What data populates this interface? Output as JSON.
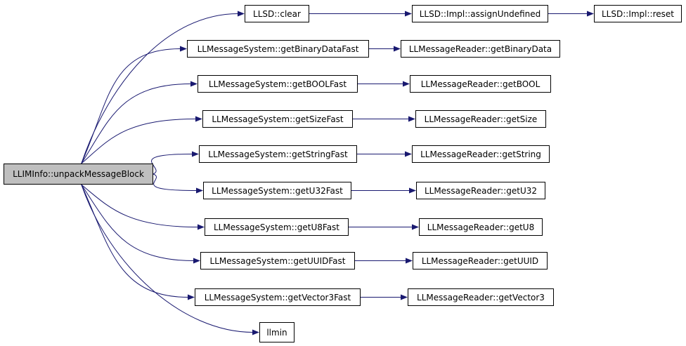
{
  "diagram": {
    "edge_color": "#191970",
    "root_fill": "#bfbfbf",
    "nodes": [
      {
        "id": "root",
        "label": "LLIMInfo::unpackMessageBlock"
      },
      {
        "id": "llsd_clear",
        "label": "LLSD::clear"
      },
      {
        "id": "assign_undefined",
        "label": "LLSD::Impl::assignUndefined"
      },
      {
        "id": "impl_reset",
        "label": "LLSD::Impl::reset"
      },
      {
        "id": "ms_binary",
        "label": "LLMessageSystem::getBinaryDataFast"
      },
      {
        "id": "mr_binary",
        "label": "LLMessageReader::getBinaryData"
      },
      {
        "id": "ms_bool",
        "label": "LLMessageSystem::getBOOLFast"
      },
      {
        "id": "mr_bool",
        "label": "LLMessageReader::getBOOL"
      },
      {
        "id": "ms_size",
        "label": "LLMessageSystem::getSizeFast"
      },
      {
        "id": "mr_size",
        "label": "LLMessageReader::getSize"
      },
      {
        "id": "ms_string",
        "label": "LLMessageSystem::getStringFast"
      },
      {
        "id": "mr_string",
        "label": "LLMessageReader::getString"
      },
      {
        "id": "ms_u32",
        "label": "LLMessageSystem::getU32Fast"
      },
      {
        "id": "mr_u32",
        "label": "LLMessageReader::getU32"
      },
      {
        "id": "ms_u8",
        "label": "LLMessageSystem::getU8Fast"
      },
      {
        "id": "mr_u8",
        "label": "LLMessageReader::getU8"
      },
      {
        "id": "ms_uuid",
        "label": "LLMessageSystem::getUUIDFast"
      },
      {
        "id": "mr_uuid",
        "label": "LLMessageReader::getUUID"
      },
      {
        "id": "ms_vector3",
        "label": "LLMessageSystem::getVector3Fast"
      },
      {
        "id": "mr_vector3",
        "label": "LLMessageReader::getVector3"
      },
      {
        "id": "llmin",
        "label": "llmin"
      }
    ],
    "edges": [
      {
        "from": "root",
        "to": "llsd_clear"
      },
      {
        "from": "root",
        "to": "ms_binary"
      },
      {
        "from": "root",
        "to": "ms_bool"
      },
      {
        "from": "root",
        "to": "ms_size"
      },
      {
        "from": "root",
        "to": "ms_string"
      },
      {
        "from": "root",
        "to": "ms_u32"
      },
      {
        "from": "root",
        "to": "ms_u8"
      },
      {
        "from": "root",
        "to": "ms_uuid"
      },
      {
        "from": "root",
        "to": "ms_vector3"
      },
      {
        "from": "root",
        "to": "llmin"
      },
      {
        "from": "llsd_clear",
        "to": "assign_undefined"
      },
      {
        "from": "assign_undefined",
        "to": "impl_reset"
      },
      {
        "from": "ms_binary",
        "to": "mr_binary"
      },
      {
        "from": "ms_bool",
        "to": "mr_bool"
      },
      {
        "from": "ms_size",
        "to": "mr_size"
      },
      {
        "from": "ms_string",
        "to": "mr_string"
      },
      {
        "from": "ms_u32",
        "to": "mr_u32"
      },
      {
        "from": "ms_u8",
        "to": "mr_u8"
      },
      {
        "from": "ms_uuid",
        "to": "mr_uuid"
      },
      {
        "from": "ms_vector3",
        "to": "mr_vector3"
      }
    ]
  }
}
